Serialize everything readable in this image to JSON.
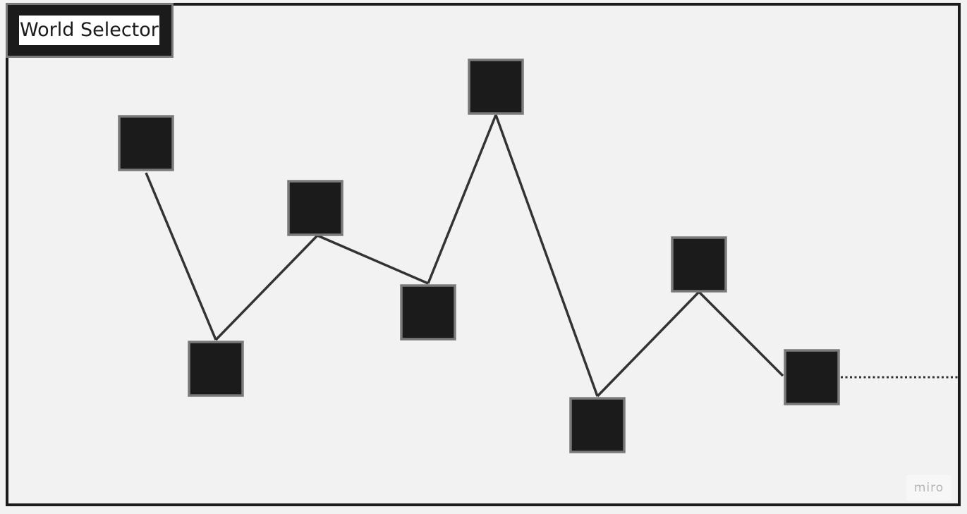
{
  "title": "World Selector",
  "watermark": "miro",
  "colors": {
    "background": "#f2f2f2",
    "frame_border": "#1b1b1b",
    "node_fill": "#1b1b1b",
    "node_border": "#7a7a7a",
    "edge": "#333333"
  },
  "path": {
    "nodes": [
      {
        "id": "world-1",
        "label": ""
      },
      {
        "id": "world-2",
        "label": ""
      },
      {
        "id": "world-3",
        "label": ""
      },
      {
        "id": "world-4",
        "label": ""
      },
      {
        "id": "world-5",
        "label": ""
      },
      {
        "id": "world-6",
        "label": ""
      },
      {
        "id": "world-7",
        "label": ""
      },
      {
        "id": "world-8",
        "label": ""
      }
    ],
    "continues": true
  }
}
